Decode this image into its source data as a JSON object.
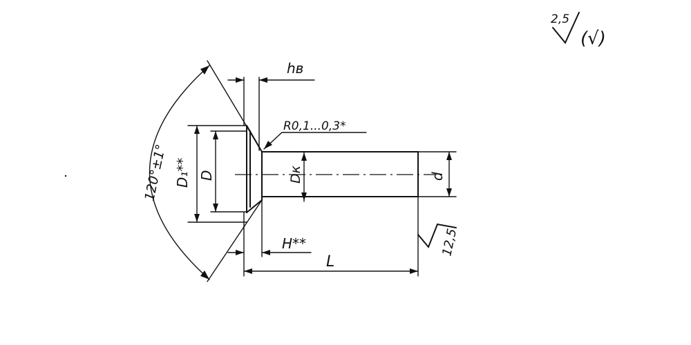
{
  "labels": {
    "roughness_main": "2,5",
    "roughness_other": "(√)",
    "hv": "hв",
    "radius": "R0,1...0,3*",
    "angle": "120°±1°",
    "d1": "D₁**",
    "d": "D",
    "dk": "Dк",
    "small_d": "d",
    "h": "H**",
    "l": "L",
    "end_roughness": "12,5"
  }
}
